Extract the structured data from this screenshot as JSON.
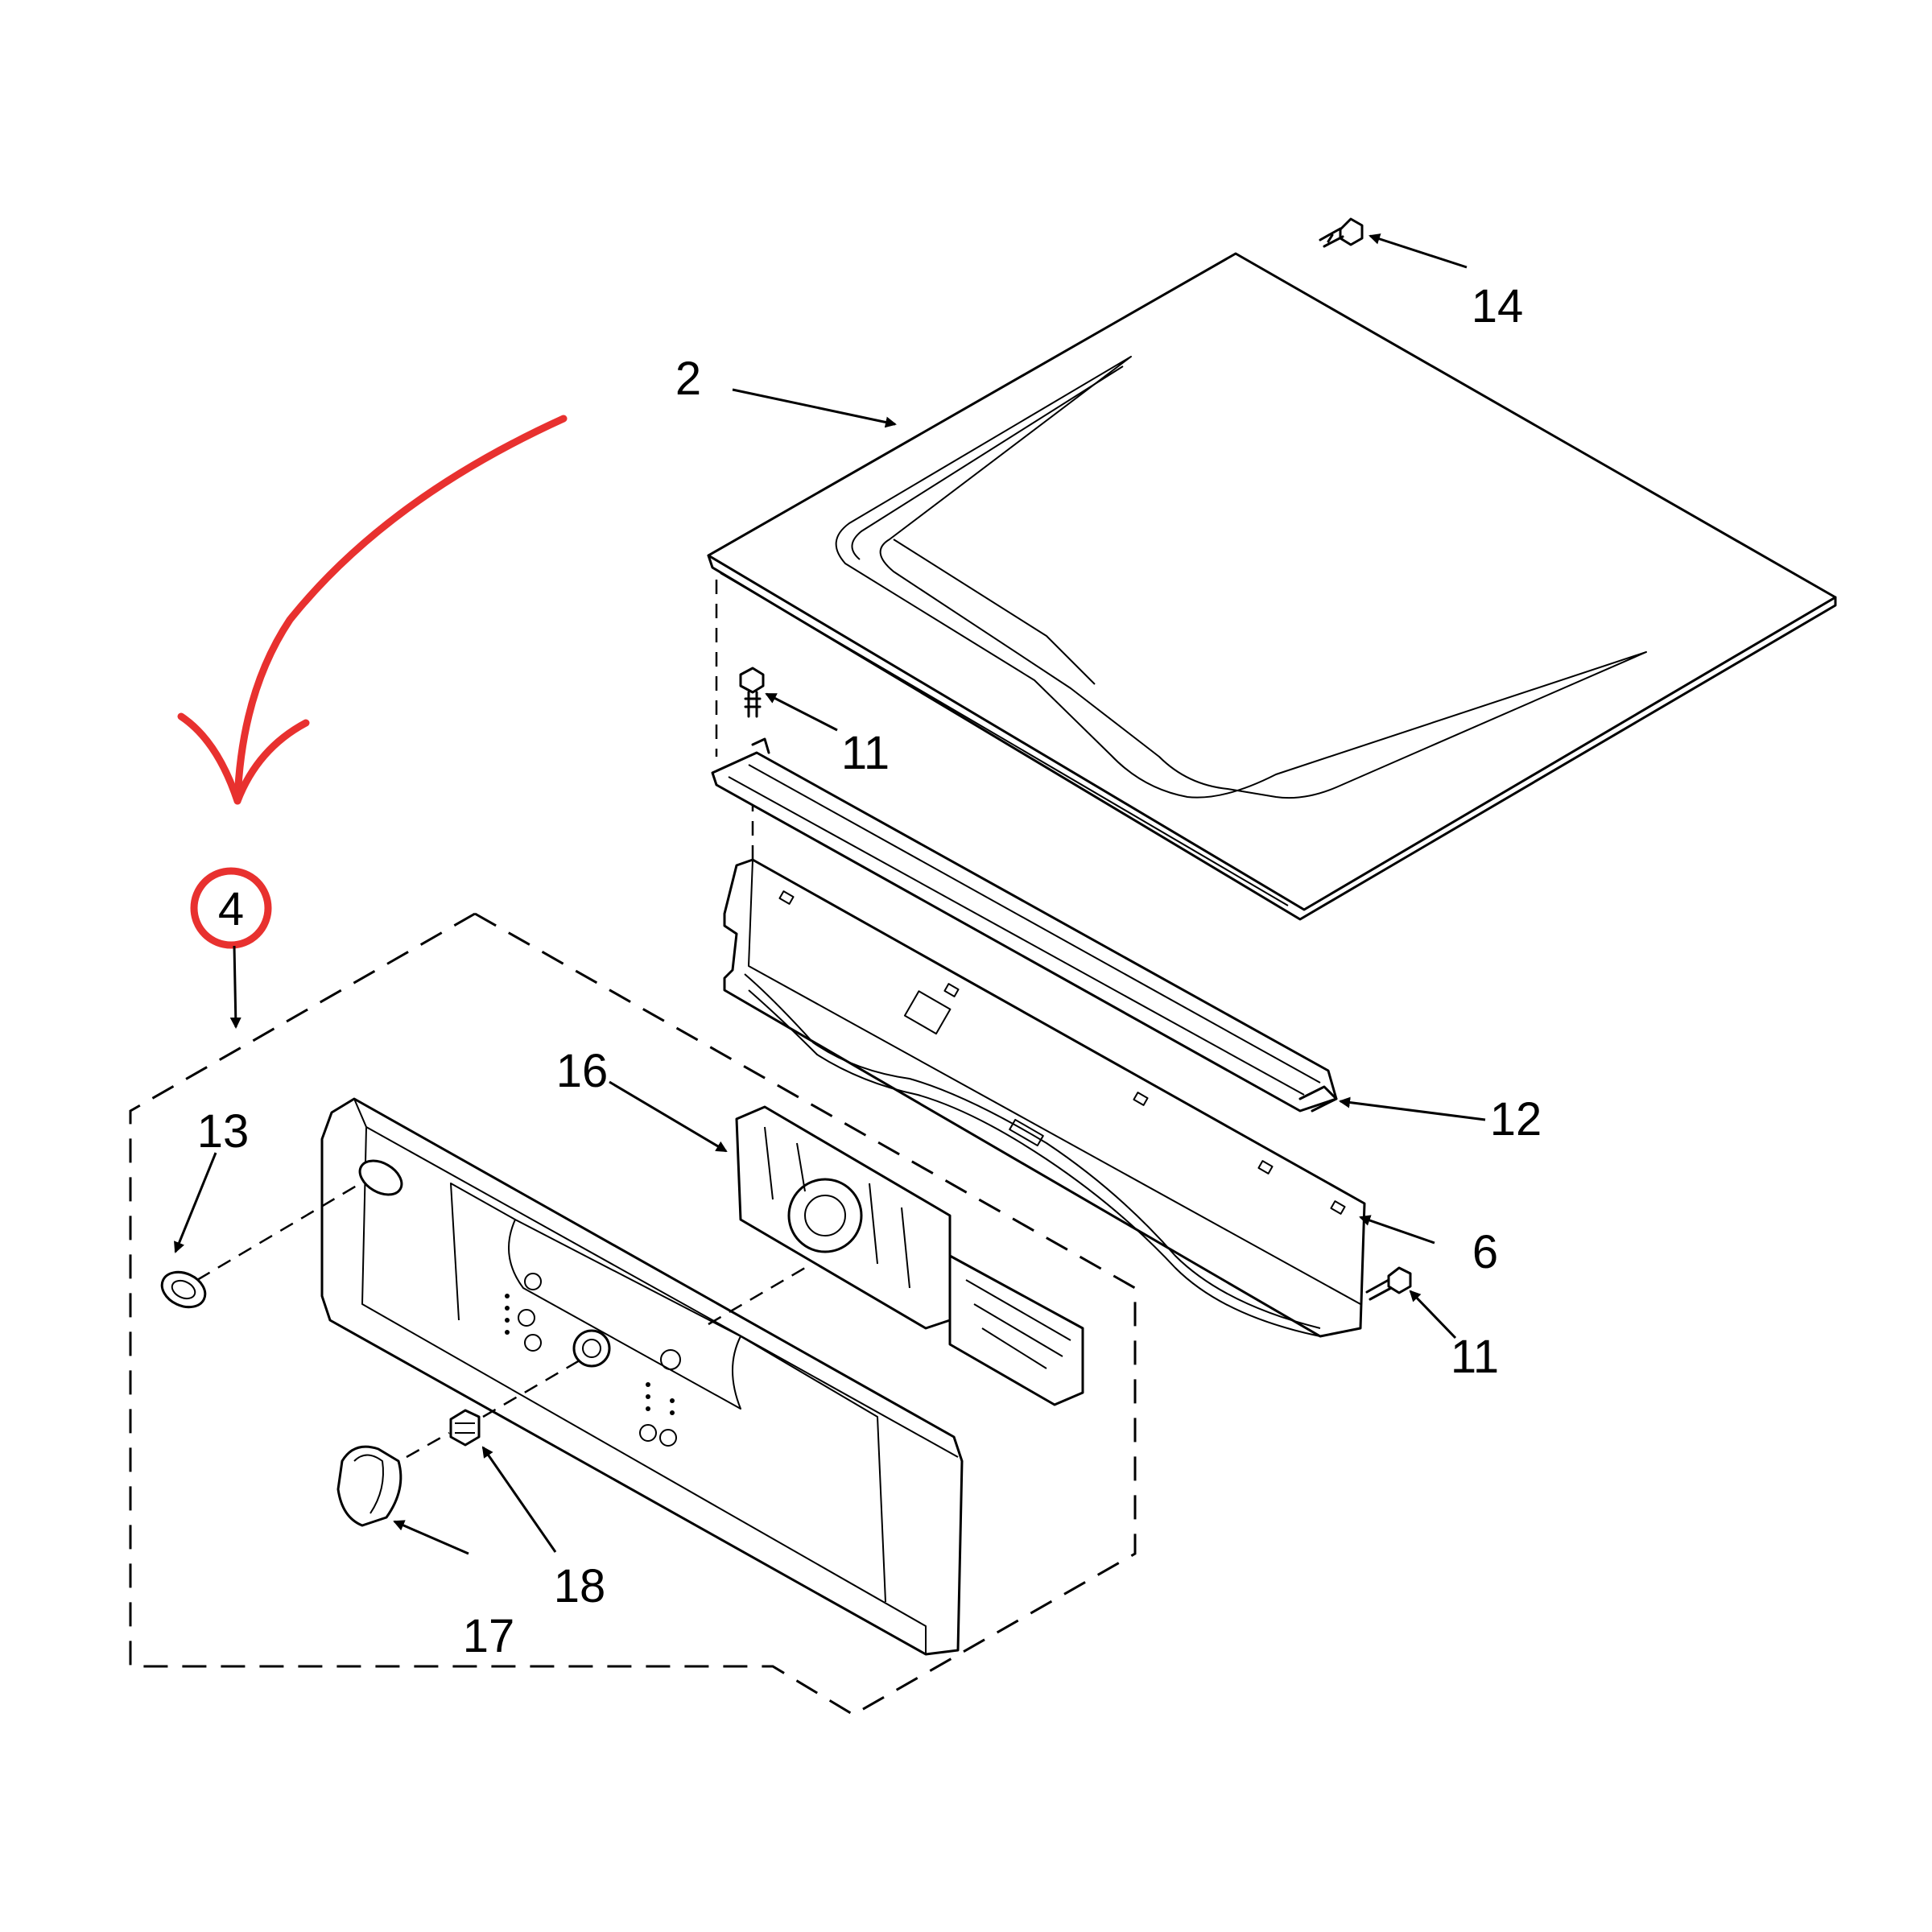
{
  "diagram": {
    "accent_color": "#e8312f",
    "highlighted_callout": "4",
    "callouts": {
      "c2": "2",
      "c4": "4",
      "c6": "6",
      "c11a": "11",
      "c11b": "11",
      "c12": "12",
      "c13": "13",
      "c14": "14",
      "c16": "16",
      "c17": "17",
      "c18": "18"
    }
  }
}
